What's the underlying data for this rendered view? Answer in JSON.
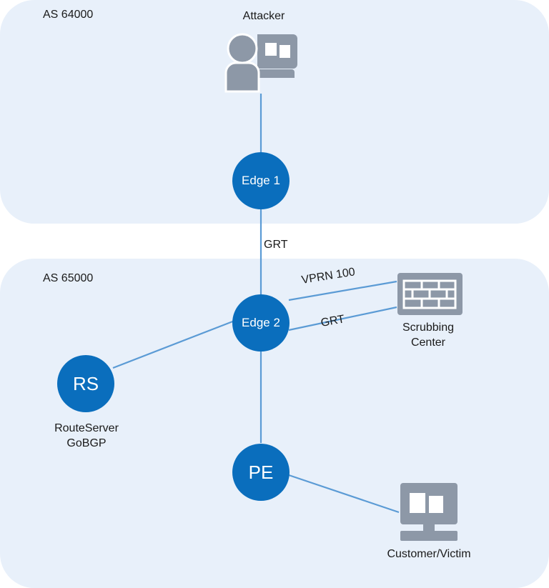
{
  "zones": {
    "top": {
      "label": "AS 64000"
    },
    "bottom": {
      "label": "AS 65000"
    }
  },
  "nodes": {
    "edge1": "Edge 1",
    "edge2": "Edge 2",
    "rs": "RS",
    "pe": "PE"
  },
  "devices": {
    "attacker": {
      "label": "Attacker",
      "icon": "user-workstation-icon"
    },
    "scrubbing": {
      "label_line1": "Scrubbing",
      "label_line2": "Center",
      "icon": "firewall-icon"
    },
    "customer": {
      "label": "Customer/Victim",
      "icon": "desktop-monitor-icon"
    },
    "routeserver": {
      "label_line1": "RouteServer",
      "label_line2": "GoBGP"
    }
  },
  "links": {
    "edge1_edge2": "GRT",
    "edge2_scrub_vprn": "VPRN 100",
    "edge2_scrub_grt": "GRT"
  },
  "colors": {
    "zone_bg": "#e8f0fa",
    "node": "#0a6ebd",
    "link": "#5b9bd5",
    "icon": "#8d98a7"
  }
}
